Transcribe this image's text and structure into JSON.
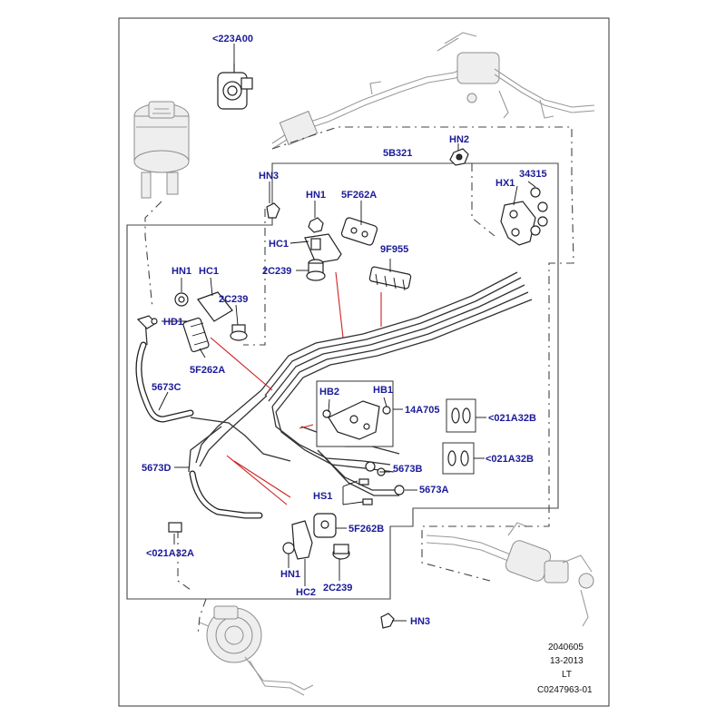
{
  "diagram": {
    "labels": {
      "p223A00": "<223A00",
      "p5B321": "5B321",
      "hn2": "HN2",
      "hn3_top": "HN3",
      "hx1": "HX1",
      "p34315": "34315",
      "hn1_top": "HN1",
      "p5F262A_top": "5F262A",
      "hc1_top": "HC1",
      "p9F955": "9F955",
      "p2C239_top": "2C239",
      "hn1_left": "HN1",
      "hc1_left": "HC1",
      "p2C239_left": "2C239",
      "hd1": "HD1",
      "p5F262A_left": "5F262A",
      "p5673C": "5673C",
      "hb2": "HB2",
      "hb1": "HB1",
      "p14A705": "14A705",
      "p021A32B_1": "<021A32B",
      "p021A32B_2": "<021A32B",
      "p5673D": "5673D",
      "p5673B": "5673B",
      "hs1": "HS1",
      "p5673A": "5673A",
      "p5F262B": "5F262B",
      "p021A32A": "<021A32A",
      "hn1_bottom": "HN1",
      "hc2": "HC2",
      "p2C239_bottom": "2C239",
      "hn3_bottom": "HN3"
    },
    "reference": {
      "line1": "2040605",
      "line2": "13-2013",
      "line3": "LT",
      "line4": "C0247963-01"
    }
  }
}
